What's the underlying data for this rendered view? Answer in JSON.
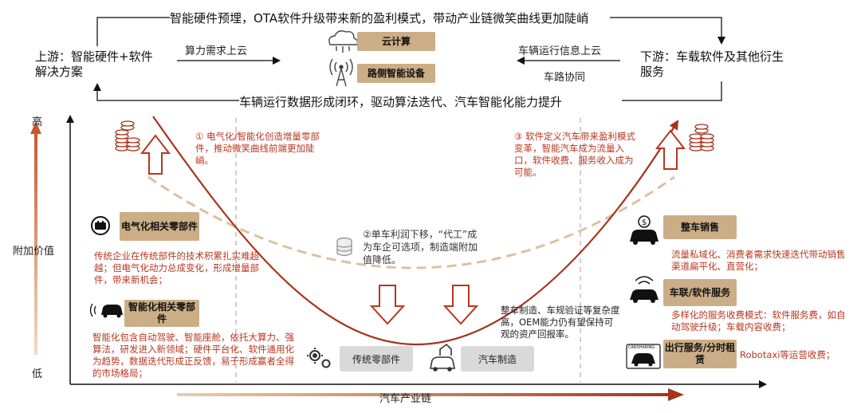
{
  "top_arrow_text": "智能硬件预埋，OTA软件升级带来新的盈利模式，带动产业链微笑曲线更加陡峭",
  "bottom_loop_text": "车辆运行数据形成闭环，驱动算法迭代、汽车智能化能力提升",
  "upstream": "上游：智能硬件+软件解决方案",
  "downstream": "下游：车载软件及其他衍生服务",
  "left_arrow_label": "算力需求上云",
  "right_arrow_label": "车辆运行信息上云",
  "v2x_label": "车路协同",
  "cloud_box": "云计算",
  "roadside_box": "路侧智能设备",
  "y_axis": {
    "high": "高",
    "low": "低",
    "label": "附加价值"
  },
  "x_axis_label": "汽车产业链",
  "notes": {
    "note1": "① 电气化/智能化创造增量零部件，推动微笑曲线前端更加陡峭。",
    "note2": "②单车利润下移，“代工”成为车企可选项，制造端附加值降低。",
    "note3": "③ 软件定义汽车带来盈利模式变革，智能汽车成为流量入口，软件收费、服务收入成为可能。"
  },
  "left_boxes": {
    "electric": "电气化相关零部件",
    "electric_desc": "传统企业在传统部件的技术积累扎实难超越；但电气化动力总成变化，形成增量部件，带来新机会；",
    "smart": "智能化相关零部件",
    "smart_desc": "智能化包含自动驾驶、智能座舱，依托大算力、强算法，研发进入新领域；硬件平台化、软件通用化为趋势，数据迭代形成正反馈，易于形成赢者全得的市场格局；"
  },
  "bottom_boxes": {
    "traditional_parts": "传统零部件",
    "manufacturing": "汽车制造",
    "manufacturing_desc": "整车制造、车规验证等复杂度高，OEM能力仍有望保持可观的资产回报率。"
  },
  "right_boxes": {
    "sales": "整车销售",
    "sales_desc": "流量私域化、消费者需求快速迭代带动销售渠道扁平化、直营化；",
    "connected": "车联/软件服务",
    "connected_desc": "多样化的服务收费模式：软件服务费，如自动驾驶升级；车载内容收费；",
    "mobility": "出行服务/分时租赁",
    "mobility_desc": "Robotaxi等运营收费；",
    "carsharing_tag": "CARSHARING"
  },
  "colors": {
    "accent_red": "#b8361f",
    "tan": "#ccae86",
    "dashed_curve": "#dcc29c",
    "gray_box": "#d9d9d9"
  }
}
